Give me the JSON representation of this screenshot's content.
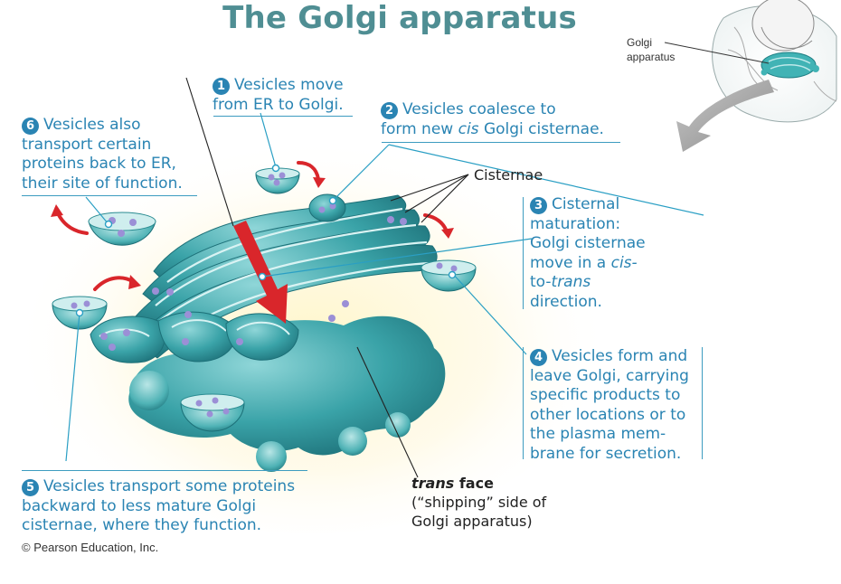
{
  "title": "The Golgi apparatus",
  "inset": {
    "label_line1": "Golgi",
    "label_line2": "apparatus"
  },
  "cisternae_label": "Cisternae",
  "steps": [
    {
      "num": "1",
      "lines": [
        "Vesicles move",
        "from ER to Golgi."
      ]
    },
    {
      "num": "2",
      "lines": [
        "Vesicles coalesce to",
        "form new",
        "cis",
        "Golgi cisternae."
      ]
    },
    {
      "num": "3",
      "lines": [
        "Cisternal",
        "maturation:",
        "Golgi cisternae",
        "move in a",
        "cis-",
        "to-",
        "trans",
        "direction."
      ]
    },
    {
      "num": "4",
      "lines": [
        "Vesicles form and",
        "leave Golgi, carrying",
        "specific products to",
        "other locations or to",
        "the plasma mem-",
        "brane for secretion."
      ]
    },
    {
      "num": "5",
      "lines": [
        "Vesicles transport some proteins",
        "backward to less mature Golgi",
        "cisternae, where they function."
      ]
    },
    {
      "num": "6",
      "lines": [
        "Vesicles also",
        "transport certain",
        "proteins back to ER,",
        "their site of function."
      ]
    }
  ],
  "trans_face": {
    "italic": "trans",
    "bold": " face",
    "line2": "(“shipping” side of",
    "line3": "Golgi apparatus)"
  },
  "credit": "© Pearson Education, Inc.",
  "colors": {
    "title": "#4f8e93",
    "step_text": "#2a84b3",
    "golgi": "#3aa3a8",
    "arrow": "#d9262b"
  },
  "icons": [
    "red-curved-arrow",
    "gray-curved-arrow",
    "red-down-arrow"
  ]
}
